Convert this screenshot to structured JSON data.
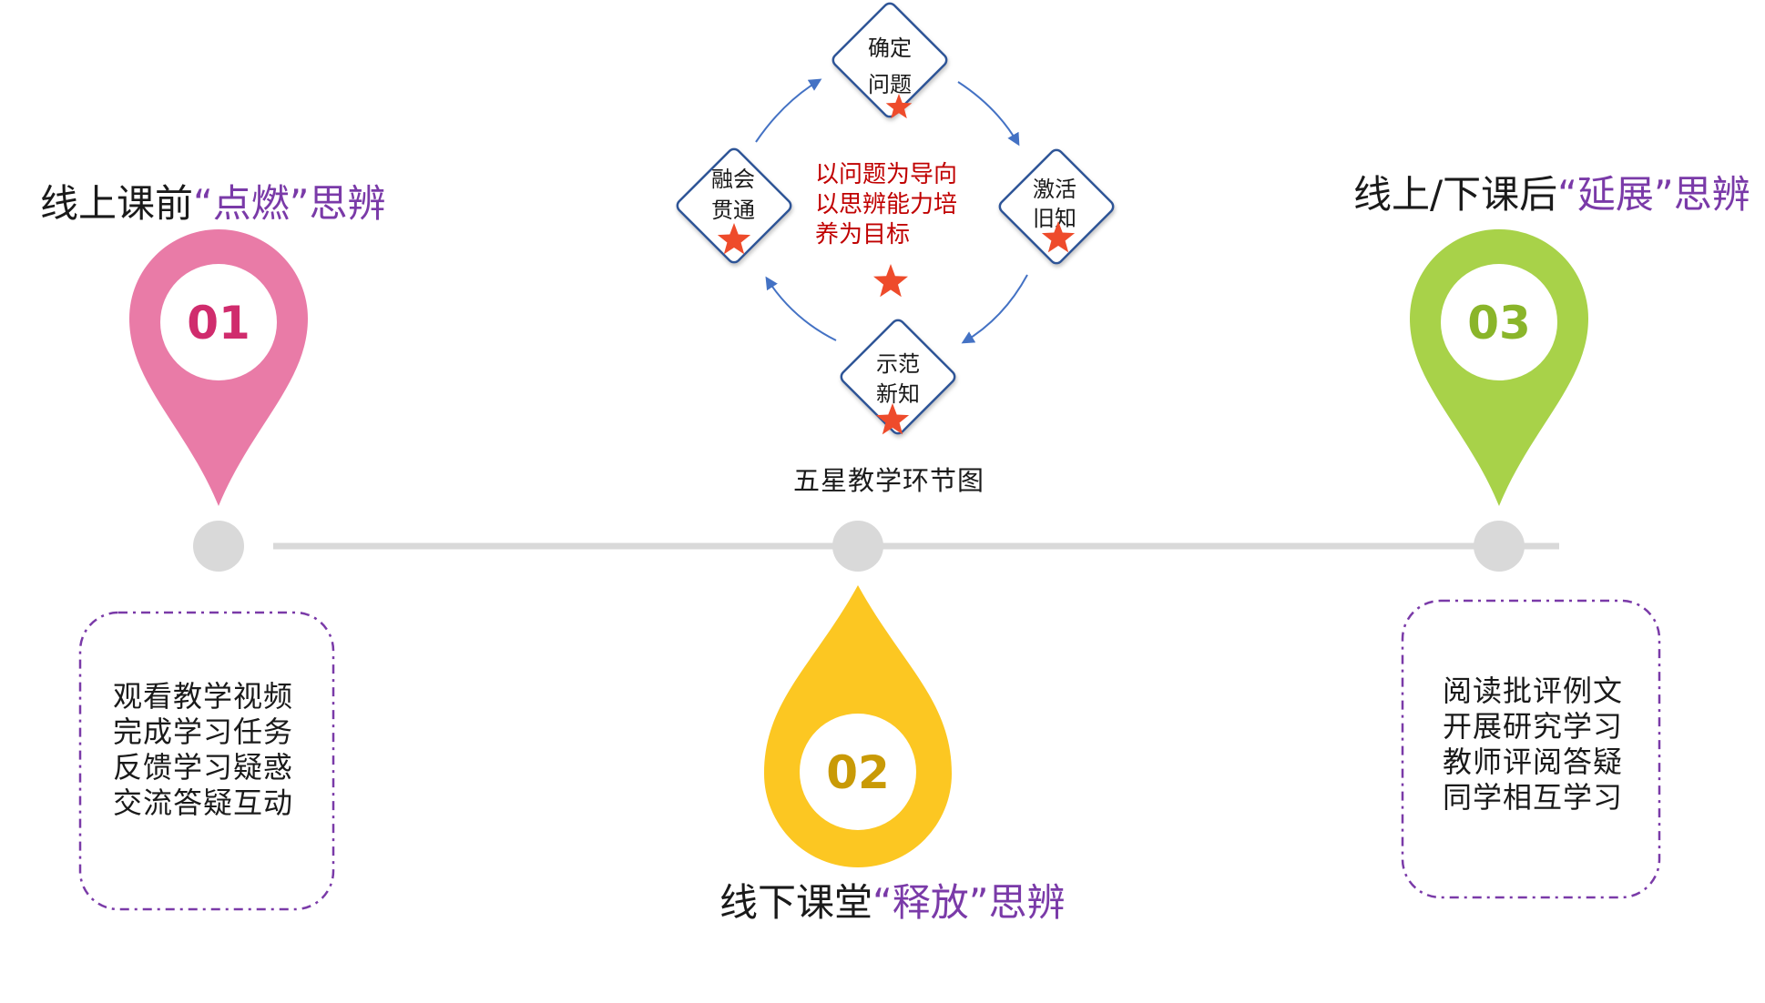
{
  "colors": {
    "pin1": "#e97ba7",
    "pin2": "#fcc722",
    "pin3": "#a8d249",
    "num1": "#d02c6d",
    "num2": "#c99a06",
    "num3": "#8ab52a",
    "highlight": "#7a3aa8",
    "timeline": "#d9d9d9",
    "node_border": "#2f5597",
    "arrow": "#4472c4",
    "star": "#ee4b2b",
    "center_text": "#c00000",
    "box_border": "#7a3aa8"
  },
  "stages": [
    {
      "number": "01",
      "title_prefix": "线上课前",
      "title_highlight": "“点燃”",
      "title_suffix": "思辨",
      "items": [
        "观看教学视频",
        "完成学习任务",
        "反馈学习疑惑",
        "交流答疑互动"
      ]
    },
    {
      "number": "02",
      "title_prefix": "线下课堂",
      "title_highlight": "“释放”",
      "title_suffix": "思辨",
      "items": []
    },
    {
      "number": "03",
      "title_prefix": "线上/下课后",
      "title_highlight": "“延展”",
      "title_suffix": "思辨",
      "items": [
        "阅读批评例文",
        "开展研究学习",
        "教师评阅答疑",
        "同学相互学习"
      ]
    }
  ],
  "cycle": {
    "caption": "五星教学环节图",
    "center_lines": [
      "以问题为导向",
      "以思辨能力培",
      "养为目标"
    ],
    "nodes": [
      {
        "id": "top",
        "lines": [
          "确定",
          "问题"
        ]
      },
      {
        "id": "right",
        "lines": [
          "激活",
          "旧知"
        ]
      },
      {
        "id": "bottom",
        "lines": [
          "示范",
          "新知"
        ]
      },
      {
        "id": "left",
        "lines": [
          "融会",
          "贯通"
        ]
      }
    ]
  }
}
